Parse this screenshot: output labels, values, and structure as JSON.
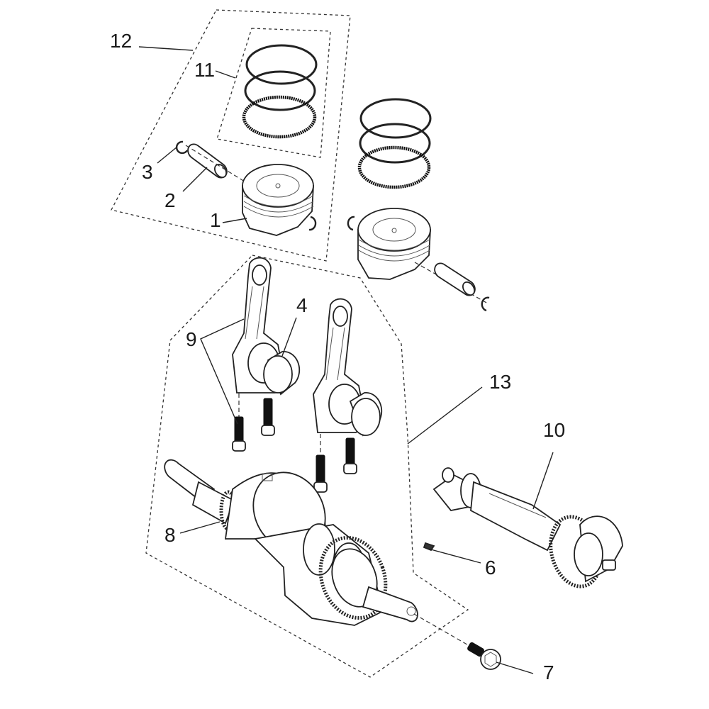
{
  "diagram": {
    "title": "Crankshaft, Connecting Rods and Pistons — Exploded View",
    "callouts": [
      {
        "number": "1",
        "part": "piston"
      },
      {
        "number": "2",
        "part": "piston-pin"
      },
      {
        "number": "3",
        "part": "circlip"
      },
      {
        "number": "4",
        "part": "connecting-rod-bearing"
      },
      {
        "number": "6",
        "part": "woodruff-key"
      },
      {
        "number": "7",
        "part": "flange-bolt"
      },
      {
        "number": "8",
        "part": "crankshaft"
      },
      {
        "number": "9",
        "part": "connecting-rod-with-bolts"
      },
      {
        "number": "10",
        "part": "balancer-shaft"
      },
      {
        "number": "11",
        "part": "piston-ring-set"
      },
      {
        "number": "12",
        "part": "piston-assembly-kit"
      },
      {
        "number": "13",
        "part": "crankshaft-assembly-group"
      }
    ],
    "groups": [
      {
        "id": "12",
        "contains": [
          "1",
          "2",
          "3",
          "11"
        ]
      },
      {
        "id": "11",
        "contains": [
          "piston rings (3)"
        ]
      },
      {
        "id": "13",
        "contains": [
          "4",
          "8",
          "9"
        ]
      }
    ]
  }
}
